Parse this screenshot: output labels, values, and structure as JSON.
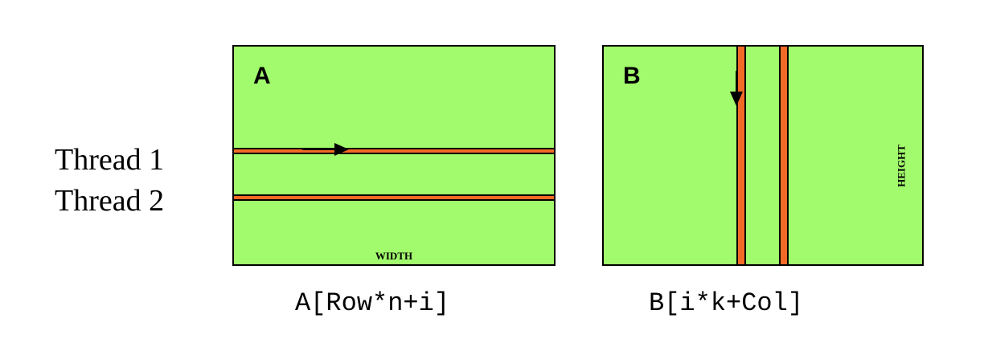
{
  "threads": [
    "Thread 1",
    "Thread 2"
  ],
  "matrix_a": {
    "letter": "A",
    "dimension_label": "WIDTH",
    "access_expression": "A[Row*n+i]"
  },
  "matrix_b": {
    "letter": "B",
    "dimension_label": "HEIGHT",
    "access_expression": "B[i*k+Col]"
  },
  "colors": {
    "matrix_fill": "#a2fb6c",
    "stripe_fill": "#f26b26",
    "outline": "#000000"
  }
}
